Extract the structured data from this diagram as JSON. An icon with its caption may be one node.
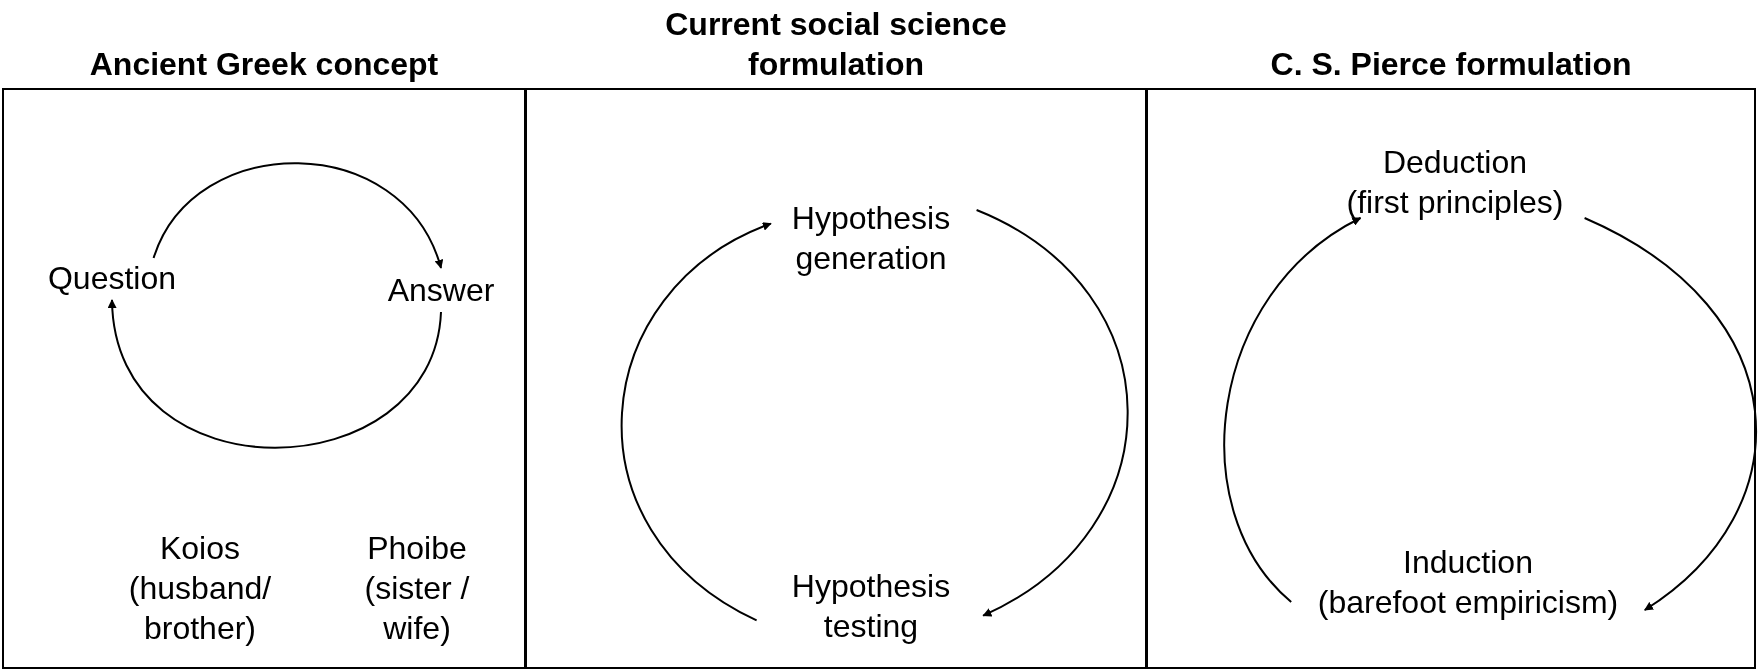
{
  "diagram": {
    "nodes": [
      {
        "text": [
          "Ancient Greek concept"
        ]
      },
      {
        "text": [
          "Current social science formulation"
        ]
      },
      {
        "text": [
          "C. S. Pierce formulation"
        ]
      },
      {
        "text": [
          "Question"
        ],
        "in": 0
      },
      {
        "text": [
          "Answer"
        ],
        "in": 0
      },
      {
        "text": [
          "Hypothesis generation"
        ],
        "in": 1
      },
      {
        "text": [
          "Hypothesis testing"
        ],
        "in": 1
      },
      {
        "text": [
          "Deduction",
          "(first principles)"
        ],
        "in": 2
      },
      {
        "text": [
          "Induction",
          "(barefoot empiricism)"
        ],
        "in": 2
      }
    ],
    "edges": [
      {
        "from": 3,
        "to": 4,
        "arrow": "to"
      },
      {
        "from": 4,
        "to": 3,
        "arrow": "to"
      },
      {
        "from": 5,
        "to": 6,
        "arrow": "to"
      },
      {
        "from": 6,
        "to": 5,
        "arrow": "to"
      },
      {
        "from": 7,
        "to": 8,
        "arrow": "to"
      },
      {
        "from": 8,
        "to": 7,
        "arrow": "to"
      }
    ],
    "labels": [
      "Koios (husband/ brother)",
      "Phoibe (sister / wife)"
    ]
  }
}
